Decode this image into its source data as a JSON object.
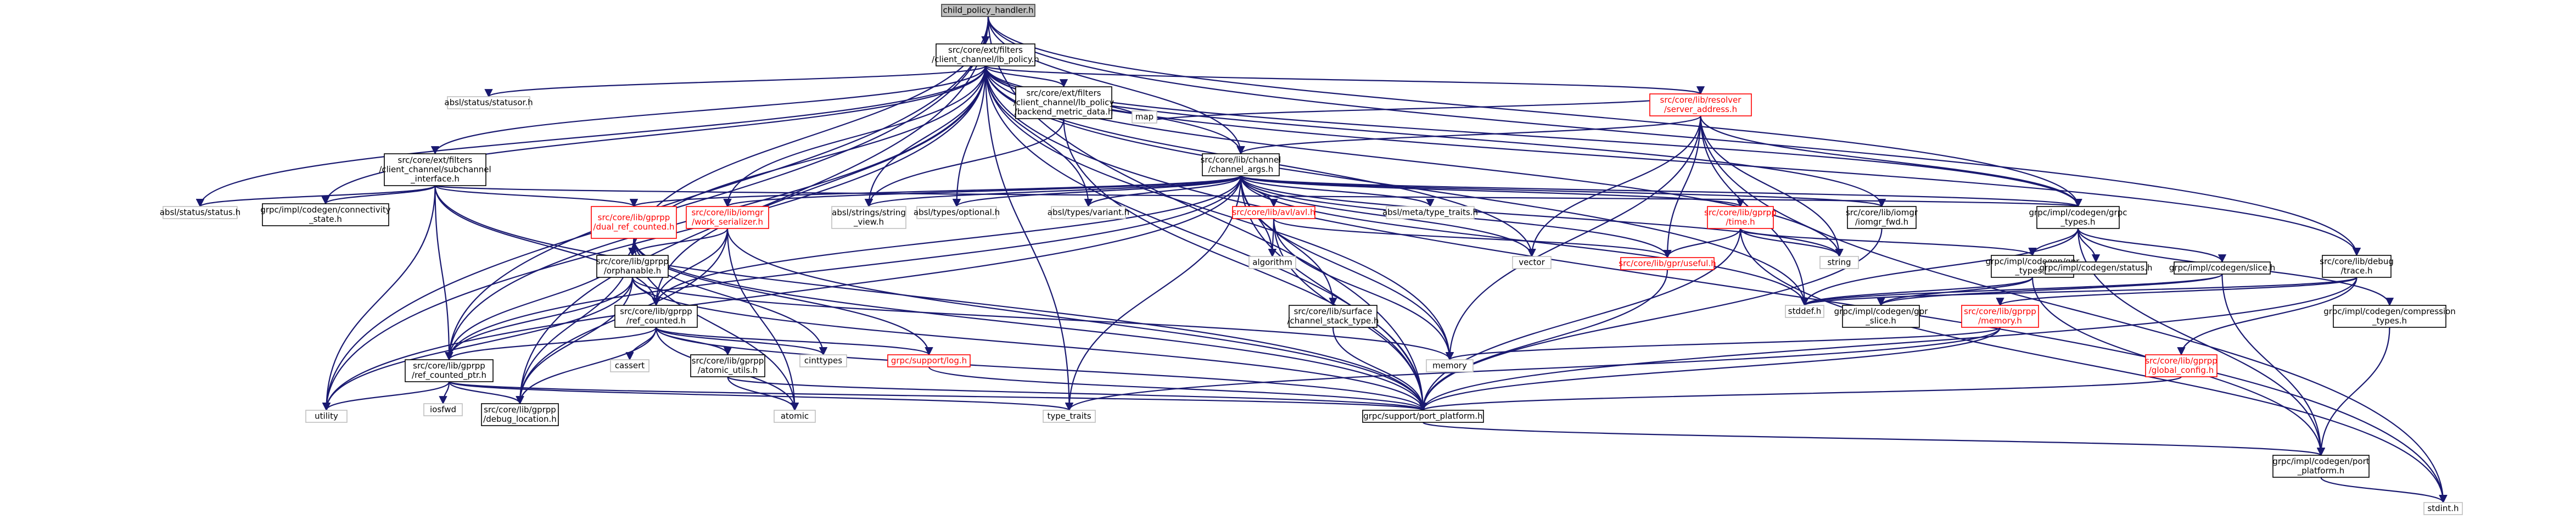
{
  "graph": {
    "title": "child_policy_handler.h",
    "nodes": [
      {
        "id": "root",
        "lines": [
          "child_policy_handler.h"
        ],
        "style": "root"
      },
      {
        "id": "lb_policy",
        "lines": [
          "src/core/ext/filters",
          "/client_channel/lb_policy.h"
        ],
        "style": "normal"
      },
      {
        "id": "absl_status_statusor",
        "lines": [
          "absl/status/statusor.h"
        ],
        "style": "gray"
      },
      {
        "id": "backend_metric",
        "lines": [
          "src/core/ext/filters",
          "/client_channel/lb_policy",
          "/backend_metric_data.h"
        ],
        "style": "normal"
      },
      {
        "id": "server_address",
        "lines": [
          "src/core/lib/resolver",
          "/server_address.h"
        ],
        "style": "red"
      },
      {
        "id": "subchannel_interface",
        "lines": [
          "src/core/ext/filters",
          "/client_channel/subchannel",
          "_interface.h"
        ],
        "style": "normal"
      },
      {
        "id": "map",
        "lines": [
          "map"
        ],
        "style": "gray"
      },
      {
        "id": "channel_args",
        "lines": [
          "src/core/lib/channel",
          "/channel_args.h"
        ],
        "style": "normal"
      },
      {
        "id": "absl_status",
        "lines": [
          "absl/status/status.h"
        ],
        "style": "gray"
      },
      {
        "id": "connectivity_state",
        "lines": [
          "grpc/impl/codegen/connectivity",
          "_state.h"
        ],
        "style": "normal"
      },
      {
        "id": "dual_ref_counted",
        "lines": [
          "src/core/lib/gprpp",
          "/dual_ref_counted.h"
        ],
        "style": "red"
      },
      {
        "id": "work_serializer",
        "lines": [
          "src/core/lib/iomgr",
          "/work_serializer.h"
        ],
        "style": "red"
      },
      {
        "id": "string_view",
        "lines": [
          "absl/strings/string",
          "_view.h"
        ],
        "style": "gray"
      },
      {
        "id": "optional",
        "lines": [
          "absl/types/optional.h"
        ],
        "style": "gray"
      },
      {
        "id": "variant",
        "lines": [
          "absl/types/variant.h"
        ],
        "style": "gray"
      },
      {
        "id": "avl",
        "lines": [
          "src/core/lib/avl/avl.h"
        ],
        "style": "red"
      },
      {
        "id": "type_traits_meta",
        "lines": [
          "absl/meta/type_traits.h"
        ],
        "style": "gray"
      },
      {
        "id": "time",
        "lines": [
          "src/core/lib/gprpp",
          "/time.h"
        ],
        "style": "red"
      },
      {
        "id": "iomgr_fwd",
        "lines": [
          "src/core/lib/iomgr",
          "/iomgr_fwd.h"
        ],
        "style": "normal"
      },
      {
        "id": "grpc_types",
        "lines": [
          "grpc/impl/codegen/grpc",
          "_types.h"
        ],
        "style": "normal"
      },
      {
        "id": "orphanable",
        "lines": [
          "src/core/lib/gprpp",
          "/orphanable.h"
        ],
        "style": "normal"
      },
      {
        "id": "algorithm",
        "lines": [
          "algorithm"
        ],
        "style": "gray"
      },
      {
        "id": "vector",
        "lines": [
          "vector"
        ],
        "style": "gray"
      },
      {
        "id": "useful",
        "lines": [
          "src/core/lib/gpr/useful.h"
        ],
        "style": "red"
      },
      {
        "id": "string",
        "lines": [
          "string"
        ],
        "style": "gray"
      },
      {
        "id": "gpr_types",
        "lines": [
          "grpc/impl/codegen/gpr",
          "_types.h"
        ],
        "style": "normal"
      },
      {
        "id": "codegen_status",
        "lines": [
          "grpc/impl/codegen/status.h"
        ],
        "style": "normal"
      },
      {
        "id": "codegen_slice",
        "lines": [
          "grpc/impl/codegen/slice.h"
        ],
        "style": "normal"
      },
      {
        "id": "debug_trace",
        "lines": [
          "src/core/lib/debug",
          "/trace.h"
        ],
        "style": "normal"
      },
      {
        "id": "ref_counted",
        "lines": [
          "src/core/lib/gprpp",
          "/ref_counted.h"
        ],
        "style": "normal"
      },
      {
        "id": "channel_stack_type",
        "lines": [
          "src/core/lib/surface",
          "/channel_stack_type.h"
        ],
        "style": "normal"
      },
      {
        "id": "stddef",
        "lines": [
          "stddef.h"
        ],
        "style": "gray"
      },
      {
        "id": "gpr_slice",
        "lines": [
          "grpc/impl/codegen/gpr",
          "_slice.h"
        ],
        "style": "normal"
      },
      {
        "id": "gprpp_memory",
        "lines": [
          "src/core/lib/gprpp",
          "/memory.h"
        ],
        "style": "red"
      },
      {
        "id": "compression_types",
        "lines": [
          "grpc/impl/codegen/compression",
          "_types.h"
        ],
        "style": "normal"
      },
      {
        "id": "cassert",
        "lines": [
          "cassert"
        ],
        "style": "gray"
      },
      {
        "id": "cinttypes",
        "lines": [
          "cinttypes"
        ],
        "style": "gray"
      },
      {
        "id": "memory",
        "lines": [
          "memory"
        ],
        "style": "gray"
      },
      {
        "id": "atomic_utils",
        "lines": [
          "src/core/lib/gprpp",
          "/atomic_utils.h"
        ],
        "style": "normal"
      },
      {
        "id": "support_log",
        "lines": [
          "grpc/support/log.h"
        ],
        "style": "red"
      },
      {
        "id": "ref_counted_ptr",
        "lines": [
          "src/core/lib/gprpp",
          "/ref_counted_ptr.h"
        ],
        "style": "normal"
      },
      {
        "id": "global_config",
        "lines": [
          "src/core/lib/gprpp",
          "/global_config.h"
        ],
        "style": "red"
      },
      {
        "id": "iosfwd",
        "lines": [
          "iosfwd"
        ],
        "style": "gray"
      },
      {
        "id": "utility",
        "lines": [
          "utility"
        ],
        "style": "gray"
      },
      {
        "id": "debug_location",
        "lines": [
          "src/core/lib/gprpp",
          "/debug_location.h"
        ],
        "style": "normal"
      },
      {
        "id": "atomic",
        "lines": [
          "atomic"
        ],
        "style": "gray"
      },
      {
        "id": "type_traits",
        "lines": [
          "type_traits"
        ],
        "style": "gray"
      },
      {
        "id": "port_platform",
        "lines": [
          "grpc/support/port_platform.h"
        ],
        "style": "normal"
      },
      {
        "id": "codegen_port_platform",
        "lines": [
          "grpc/impl/codegen/port",
          "_platform.h"
        ],
        "style": "normal"
      },
      {
        "id": "stdint",
        "lines": [
          "stdint.h"
        ],
        "style": "gray"
      }
    ],
    "edges": [
      [
        "root",
        "lb_policy"
      ],
      [
        "root",
        "channel_args"
      ],
      [
        "root",
        "orphanable"
      ],
      [
        "root",
        "ref_counted_ptr"
      ],
      [
        "root",
        "debug_location"
      ],
      [
        "root",
        "utility"
      ],
      [
        "root",
        "grpc_types"
      ],
      [
        "root",
        "debug_trace"
      ],
      [
        "root",
        "port_platform"
      ],
      [
        "lb_policy",
        "absl_status_statusor"
      ],
      [
        "lb_policy",
        "backend_metric"
      ],
      [
        "lb_policy",
        "server_address"
      ],
      [
        "lb_policy",
        "subchannel_interface"
      ],
      [
        "lb_policy",
        "channel_args"
      ],
      [
        "lb_policy",
        "absl_status"
      ],
      [
        "lb_policy",
        "connectivity_state"
      ],
      [
        "lb_policy",
        "work_serializer"
      ],
      [
        "lb_policy",
        "string_view"
      ],
      [
        "lb_policy",
        "optional"
      ],
      [
        "lb_policy",
        "variant"
      ],
      [
        "lb_policy",
        "grpc_types"
      ],
      [
        "lb_policy",
        "iomgr_fwd"
      ],
      [
        "lb_policy",
        "orphanable"
      ],
      [
        "lb_policy",
        "ref_counted"
      ],
      [
        "lb_policy",
        "ref_counted_ptr"
      ],
      [
        "lb_policy",
        "debug_trace"
      ],
      [
        "lb_policy",
        "vector"
      ],
      [
        "lb_policy",
        "string"
      ],
      [
        "lb_policy",
        "stddef"
      ],
      [
        "lb_policy",
        "memory"
      ],
      [
        "lb_policy",
        "type_traits"
      ],
      [
        "lb_policy",
        "utility"
      ],
      [
        "lb_policy",
        "port_platform"
      ],
      [
        "lb_policy",
        "stdint"
      ],
      [
        "backend_metric",
        "map"
      ],
      [
        "backend_metric",
        "string_view"
      ],
      [
        "backend_metric",
        "port_platform"
      ],
      [
        "server_address",
        "map"
      ],
      [
        "server_address",
        "channel_args"
      ],
      [
        "server_address",
        "useful"
      ],
      [
        "server_address",
        "grpc_types"
      ],
      [
        "server_address",
        "vector"
      ],
      [
        "server_address",
        "memory"
      ],
      [
        "server_address",
        "string"
      ],
      [
        "server_address",
        "stddef"
      ],
      [
        "server_address",
        "stdint"
      ],
      [
        "subchannel_interface",
        "absl_status"
      ],
      [
        "subchannel_interface",
        "connectivity_state"
      ],
      [
        "subchannel_interface",
        "grpc_types"
      ],
      [
        "subchannel_interface",
        "ref_counted"
      ],
      [
        "subchannel_interface",
        "ref_counted_ptr"
      ],
      [
        "subchannel_interface",
        "dual_ref_counted"
      ],
      [
        "subchannel_interface",
        "utility"
      ],
      [
        "subchannel_interface",
        "port_platform"
      ],
      [
        "channel_args",
        "string_view"
      ],
      [
        "channel_args",
        "optional"
      ],
      [
        "channel_args",
        "variant"
      ],
      [
        "channel_args",
        "avl"
      ],
      [
        "channel_args",
        "type_traits_meta"
      ],
      [
        "channel_args",
        "time"
      ],
      [
        "channel_args",
        "iomgr_fwd"
      ],
      [
        "channel_args",
        "grpc_types"
      ],
      [
        "channel_args",
        "dual_ref_counted"
      ],
      [
        "channel_args",
        "work_serializer"
      ],
      [
        "channel_args",
        "useful"
      ],
      [
        "channel_args",
        "channel_stack_type"
      ],
      [
        "channel_args",
        "ref_counted"
      ],
      [
        "channel_args",
        "ref_counted_ptr"
      ],
      [
        "channel_args",
        "algorithm"
      ],
      [
        "channel_args",
        "vector"
      ],
      [
        "channel_args",
        "string"
      ],
      [
        "channel_args",
        "stddef"
      ],
      [
        "channel_args",
        "memory"
      ],
      [
        "channel_args",
        "type_traits"
      ],
      [
        "channel_args",
        "utility"
      ],
      [
        "channel_args",
        "port_platform"
      ],
      [
        "dual_ref_counted",
        "orphanable"
      ],
      [
        "dual_ref_counted",
        "ref_counted_ptr"
      ],
      [
        "dual_ref_counted",
        "debug_location"
      ],
      [
        "dual_ref_counted",
        "atomic"
      ],
      [
        "dual_ref_counted",
        "cinttypes"
      ],
      [
        "dual_ref_counted",
        "support_log"
      ],
      [
        "dual_ref_counted",
        "port_platform"
      ],
      [
        "work_serializer",
        "orphanable"
      ],
      [
        "work_serializer",
        "ref_counted"
      ],
      [
        "work_serializer",
        "debug_location"
      ],
      [
        "work_serializer",
        "atomic"
      ],
      [
        "work_serializer",
        "port_platform"
      ],
      [
        "avl",
        "algorithm"
      ],
      [
        "avl",
        "memory"
      ],
      [
        "avl",
        "useful"
      ],
      [
        "avl",
        "port_platform"
      ],
      [
        "time",
        "useful"
      ],
      [
        "time",
        "string"
      ],
      [
        "time",
        "gpr_types"
      ],
      [
        "time",
        "stdint"
      ],
      [
        "time",
        "port_platform"
      ],
      [
        "iomgr_fwd",
        "port_platform"
      ],
      [
        "grpc_types",
        "gpr_types"
      ],
      [
        "grpc_types",
        "codegen_status"
      ],
      [
        "grpc_types",
        "codegen_slice"
      ],
      [
        "grpc_types",
        "compression_types"
      ],
      [
        "grpc_types",
        "stddef"
      ],
      [
        "grpc_types",
        "codegen_port_platform"
      ],
      [
        "orphanable",
        "ref_counted"
      ],
      [
        "orphanable",
        "ref_counted_ptr"
      ],
      [
        "orphanable",
        "debug_location"
      ],
      [
        "orphanable",
        "memory"
      ],
      [
        "orphanable",
        "utility"
      ],
      [
        "orphanable",
        "port_platform"
      ],
      [
        "useful",
        "port_platform"
      ],
      [
        "gpr_types",
        "gpr_slice"
      ],
      [
        "gpr_types",
        "stddef"
      ],
      [
        "gpr_types",
        "codegen_port_platform"
      ],
      [
        "codegen_slice",
        "gpr_slice"
      ],
      [
        "codegen_slice",
        "stddef"
      ],
      [
        "codegen_slice",
        "codegen_port_platform"
      ],
      [
        "debug_trace",
        "global_config"
      ],
      [
        "debug_trace",
        "gprpp_memory"
      ],
      [
        "debug_trace",
        "stddef"
      ],
      [
        "debug_trace",
        "port_platform"
      ],
      [
        "ref_counted",
        "cassert"
      ],
      [
        "ref_counted",
        "cinttypes"
      ],
      [
        "ref_counted",
        "atomic_utils"
      ],
      [
        "ref_counted",
        "support_log"
      ],
      [
        "ref_counted",
        "ref_counted_ptr"
      ],
      [
        "ref_counted",
        "debug_location"
      ],
      [
        "ref_counted",
        "atomic"
      ],
      [
        "ref_counted",
        "port_platform"
      ],
      [
        "channel_stack_type",
        "port_platform"
      ],
      [
        "gprpp_memory",
        "memory"
      ],
      [
        "gprpp_memory",
        "type_traits"
      ],
      [
        "gprpp_memory",
        "port_platform"
      ],
      [
        "compression_types",
        "codegen_port_platform"
      ],
      [
        "atomic_utils",
        "atomic"
      ],
      [
        "atomic_utils",
        "port_platform"
      ],
      [
        "support_log",
        "port_platform"
      ],
      [
        "ref_counted_ptr",
        "iosfwd"
      ],
      [
        "ref_counted_ptr",
        "debug_location"
      ],
      [
        "ref_counted_ptr",
        "utility"
      ],
      [
        "ref_counted_ptr",
        "type_traits"
      ],
      [
        "ref_counted_ptr",
        "port_platform"
      ],
      [
        "global_config",
        "port_platform"
      ],
      [
        "port_platform",
        "codegen_port_platform"
      ],
      [
        "codegen_port_platform",
        "stdint"
      ]
    ]
  }
}
